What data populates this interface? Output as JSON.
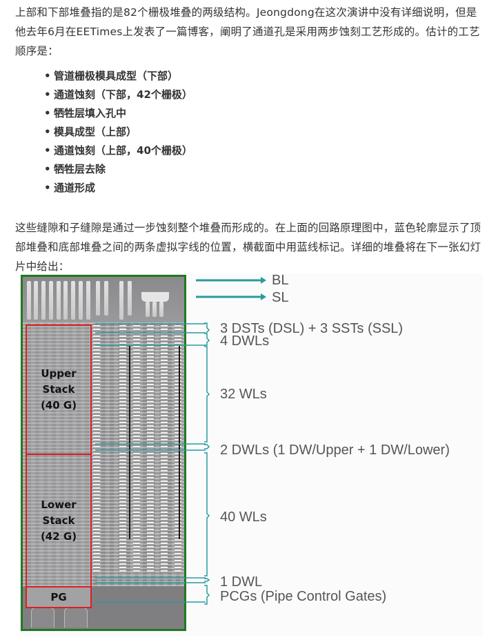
{
  "article": {
    "paragraph_1": "上部和下部堆叠指的是82个栅极堆叠的两级结构。Jeongdong在这次演讲中没有详细说明，但是他去年6月在EETimes上发表了一篇博客，阐明了通道孔是采用两步蚀刻工艺形成的。估计的工艺顺序是：",
    "process_steps": [
      "管道栅极模具成型（下部）",
      "通道蚀刻（下部，42个栅极）",
      "牺牲层填入孔中",
      "模具成型（上部）",
      "通道蚀刻（上部，40个栅极）",
      "牺牲层去除",
      "通道形成"
    ],
    "bullet": "•",
    "paragraph_2": "这些缝隙和子缝隙是通过一步蚀刻整个堆叠而形成的。在上面的回路原理图中，蓝色轮廓显示了顶部堆叠和底部堆叠之间的两条虚拟字线的位置，横截面中用蓝线标记。详细的堆叠将在下一张幻灯片中给出："
  },
  "figure": {
    "boxes": {
      "upper": [
        "Upper",
        "Stack",
        "(40 G)"
      ],
      "lower": [
        "Lower",
        "Stack",
        "(42 G)"
      ],
      "pg": "PG"
    },
    "arrows": {
      "bl": "BL",
      "sl": "SL"
    },
    "annotations": {
      "dst_sst": "3 DSTs (DSL) + 3 SSTs (SSL)",
      "dwl4": "4 DWLs",
      "wl32": "32 WLs",
      "dwl2": "2 DWLs (1 DW/Upper + 1 DW/Lower)",
      "wl40": "40 WLs",
      "dwl1": "1 DWL",
      "pcg": "PCGs (Pipe Control Gates)"
    },
    "colors": {
      "sem_border": "#1f7a1f",
      "stack_box": "#e01e1e",
      "annotation_line": "#2a9a9e",
      "annotation_text": "#555555"
    }
  }
}
